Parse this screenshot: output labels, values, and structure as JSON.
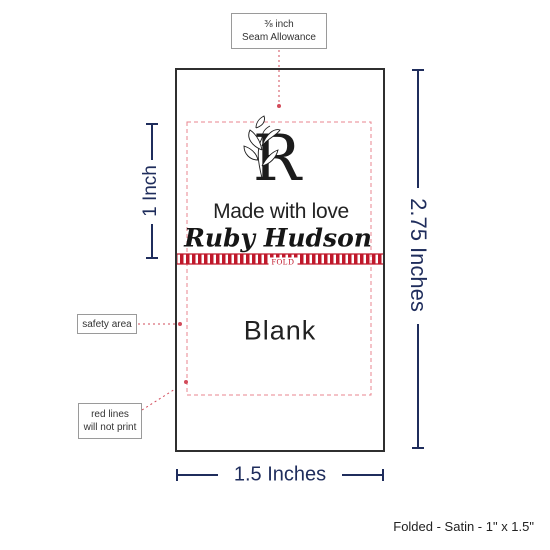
{
  "callouts": {
    "seam_line1": "⅜ inch",
    "seam_line2": "Seam Allowance",
    "safety": "safety area",
    "redlines_line1": "red lines",
    "redlines_line2": "will not print"
  },
  "dimensions": {
    "height": "2.75 Inches",
    "fold_height": "1 Inch",
    "width": "1.5 Inches"
  },
  "label": {
    "monogram": "R",
    "tagline": "Made with love",
    "name": "Ruby Hudson",
    "fold": "FOLD",
    "back": "Blank"
  },
  "caption": "Folded - Satin - 1\" x 1.5\"",
  "colors": {
    "dimension": "#1f2d5c",
    "fold_stripe": "#c0182b",
    "guide": "#e8868f",
    "border": "#2f2f2f"
  }
}
